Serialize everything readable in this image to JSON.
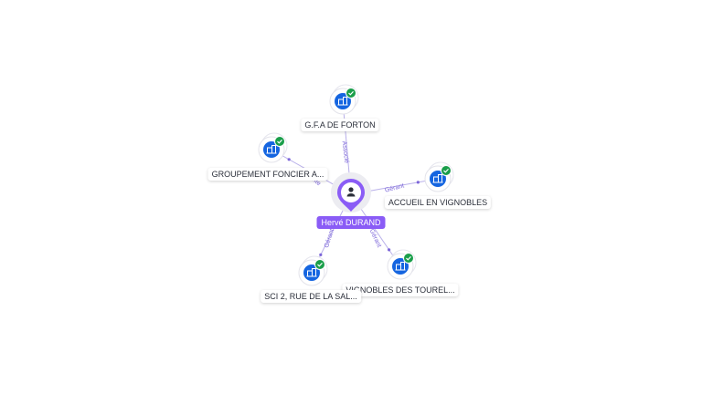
{
  "center": {
    "name": "Hervé DURAND",
    "icon": "person-icon",
    "color": "#8a5cf6"
  },
  "companies": [
    {
      "name": "G.F.A DE FORTON",
      "relation": "Associé",
      "icon": "building-icon",
      "status": "verified"
    },
    {
      "name": "GROUPEMENT FONCIER A...",
      "relation": "Gérante",
      "icon": "building-icon",
      "status": "verified"
    },
    {
      "name": "ACCUEIL EN VIGNOBLES",
      "relation": "Gérant",
      "icon": "building-icon",
      "status": "verified"
    },
    {
      "name": "VIGNOBLES DES TOUREL...",
      "relation": "Gérant",
      "icon": "building-icon",
      "status": "verified"
    },
    {
      "name": "SCI 2, RUE DE LA SAL...",
      "relation": "Gérant",
      "icon": "building-icon",
      "status": "verified"
    }
  ],
  "colors": {
    "company": "#1565e0",
    "check": "#1a9e4a",
    "edge": "#b9b0ea",
    "relation_text": "#7c66d9"
  }
}
